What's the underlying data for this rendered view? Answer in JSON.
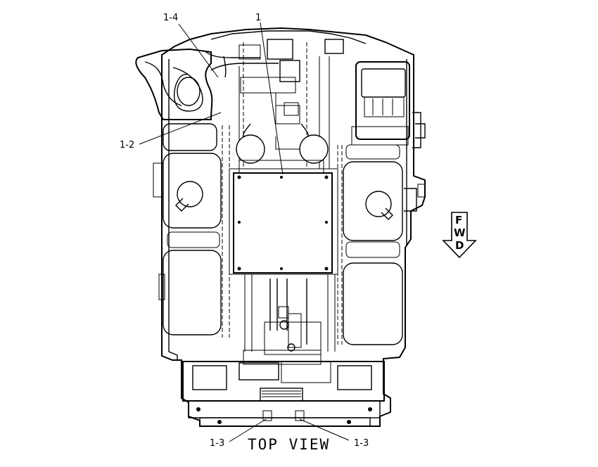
{
  "view_title": "TOP VIEW",
  "direction_indicator": {
    "letters": [
      "F",
      "W",
      "D"
    ]
  },
  "callouts": [
    {
      "id": "c1",
      "label": "1"
    },
    {
      "id": "c14",
      "label": "1-4"
    },
    {
      "id": "c12",
      "label": "1-2"
    },
    {
      "id": "c13a",
      "label": "1-3"
    },
    {
      "id": "c13b",
      "label": "1-3"
    }
  ]
}
